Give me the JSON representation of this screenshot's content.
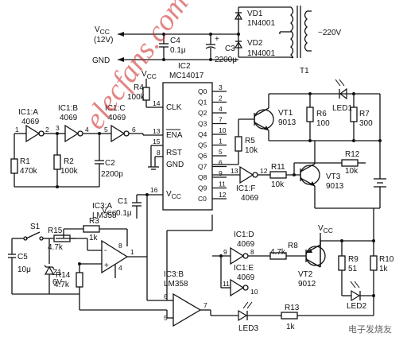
{
  "power": {
    "vcc": "V",
    "vcc_sub": "CC",
    "vcc_volt": "(12V)",
    "gnd": "GND",
    "c4_name": "C4",
    "c4_val": "0.1μ",
    "c3_name": "C3",
    "c3_val": "2200μ",
    "c3_plus": "+",
    "vd1_name": "VD1",
    "vd1_val": "1N4001",
    "vd2_name": "VD2",
    "vd2_val": "1N4001",
    "ac": "~220V",
    "t1": "T1"
  },
  "chip": {
    "name": "IC2",
    "part": "MC14017",
    "left_pins": [
      "14",
      "13",
      "15",
      "8",
      "16"
    ],
    "left_labels": [
      "CLK",
      "ENA",
      "RST",
      "GND",
      "V"
    ],
    "vcc_sub": "CC",
    "right_pins": [
      "3",
      "2",
      "4",
      "7",
      "10",
      "1",
      "5",
      "6",
      "9",
      "11",
      "12"
    ],
    "right_labels": [
      "Q0",
      "Q1",
      "Q2",
      "Q3",
      "Q4",
      "Q5",
      "Q6",
      "Q7",
      "Q8",
      "Q9",
      "C0"
    ]
  },
  "oscillator": {
    "ic1a": "IC1:A",
    "ic1a_part": "4069",
    "ic1a_in": "1",
    "ic1a_out": "2",
    "ic1b": "IC1:B",
    "ic1b_part": "4069",
    "ic1b_in": "3",
    "ic1b_out": "4",
    "ic1c": "IC1:C",
    "ic1c_part": "4069",
    "ic1c_in": "5",
    "ic1c_out": "6",
    "r1": "R1",
    "r1_val": "470k",
    "r2": "R2",
    "r2_val": "100k",
    "c2": "C2",
    "c2_val": "2200p",
    "r4": "R4",
    "r4_val": "100k",
    "vcc": "V",
    "vcc_sub": "CC"
  },
  "lamp1": {
    "vt1": "VT1",
    "vt1_part": "9013",
    "r5": "R5",
    "r5_val": "10k",
    "r6": "R6",
    "r6_val": "100",
    "r7": "R7",
    "r7_val": "300",
    "led1": "LED1"
  },
  "lamp2": {
    "ic1f": "IC1:F",
    "ic1f_part": "4069",
    "ic1f_in": "13",
    "ic1f_out": "12",
    "r11": "R11",
    "r11_val": "10k",
    "r12": "R12",
    "r12_val": "10k",
    "vt3": "VT3",
    "vt3_part": "9013"
  },
  "timer": {
    "c1": "C1",
    "c1_val": "0.1μ",
    "vcc": "V",
    "vcc_sub": "CC",
    "r3": "R3",
    "r3_val": "1k",
    "ic3a": "IC3:A",
    "ic3a_part": "LM358",
    "r15": "R15",
    "r15_val": "4.7k",
    "s1": "S1",
    "c5": "C5",
    "c5_val": "10μ",
    "z1": "Z1",
    "z1_val": "6V",
    "r14": "R14",
    "r14_val": "4.7k",
    "pin8": "8",
    "pin1": "1",
    "pin4": "4",
    "plus": "+",
    "minus": "-"
  },
  "alarm": {
    "ic1d": "IC1:D",
    "ic1d_part": "4069",
    "ic1d_in": "9",
    "ic1d_out": "8",
    "ic1e": "IC1:E",
    "ic1e_part": "4069",
    "ic1e_in": "11",
    "ic1e_out": "10",
    "r8": "R8",
    "r8_val": "4.7k",
    "vt2": "VT2",
    "vt2_part": "9012",
    "vcc": "V",
    "vcc_sub": "CC",
    "r9": "R9",
    "r9_val": "51",
    "r10": "R10",
    "r10_val": "1k",
    "led2": "LED2",
    "ic3b": "IC3:B",
    "ic3b_part": "LM358",
    "pin6": "6",
    "pin5": "5",
    "pin7": "7",
    "led3": "LED3",
    "r13": "R13",
    "r13_val": "1k"
  },
  "watermark": {
    "text": "elecfans.com",
    "corner": "电子发烧友"
  }
}
